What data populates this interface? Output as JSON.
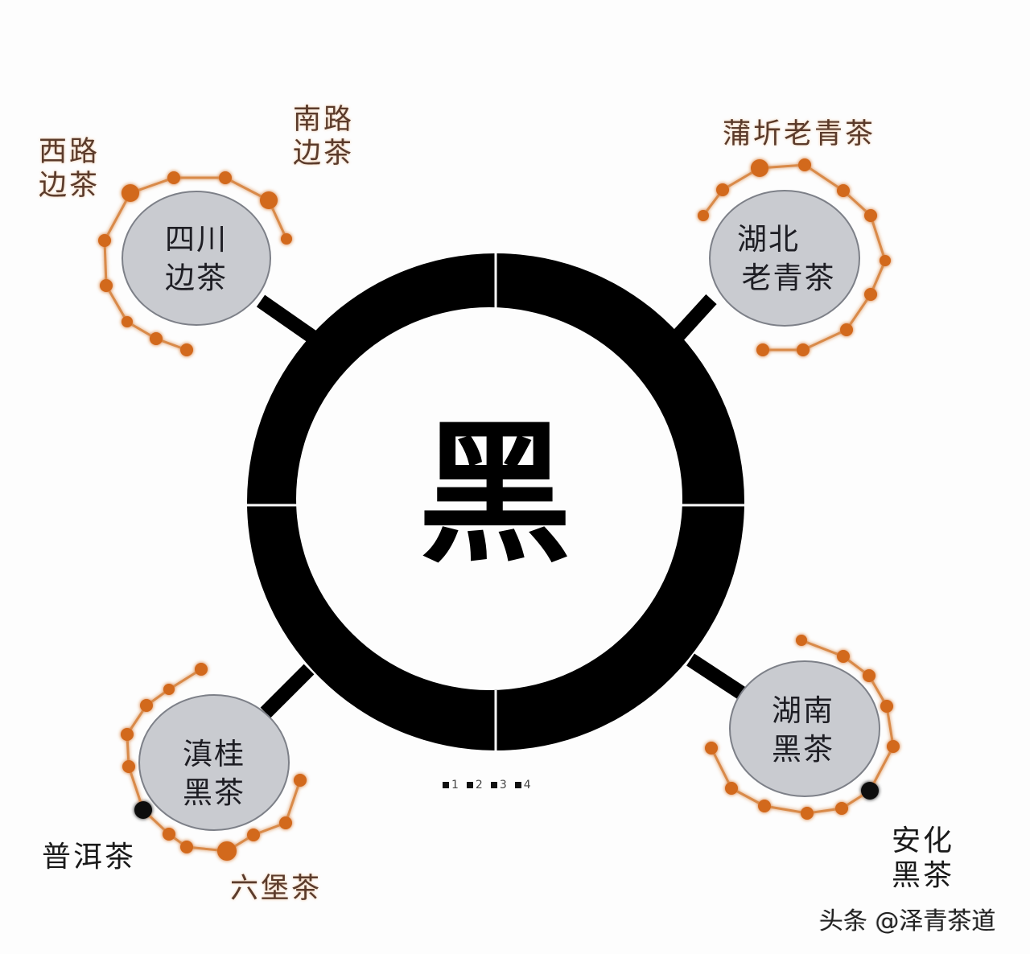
{
  "center": {
    "character": "黑",
    "ring_color": "#000000",
    "segments": 4
  },
  "nodes": [
    {
      "id": "sichuan",
      "line1": "四川",
      "line2": "边茶"
    },
    {
      "id": "hubei",
      "line1": "湖北",
      "line2": "老青茶"
    },
    {
      "id": "diangui",
      "line1": "滇桂",
      "line2": "黑茶"
    },
    {
      "id": "hunan",
      "line1": "湖南",
      "line2": "黑茶"
    }
  ],
  "sub_labels": {
    "xilu": {
      "line1": "西路",
      "line2": "边茶"
    },
    "nanlu": {
      "line1": "南路",
      "line2": "边茶"
    },
    "puqi": {
      "text": "蒲圻老青茶"
    },
    "puer": {
      "text": "普洱茶"
    },
    "liubao": {
      "text": "六堡茶"
    },
    "anhua": {
      "line1": "安化",
      "line2": "黑茶"
    }
  },
  "legend": [
    {
      "label": "1"
    },
    {
      "label": "2"
    },
    {
      "label": "3"
    },
    {
      "label": "4"
    }
  ],
  "watermark": "头条 @泽青茶道",
  "colors": {
    "bead": "#d2691e",
    "bead_line": "#d98a4a",
    "node_fill": "#c9cbd0",
    "node_stroke": "#7d8088",
    "highlight_bead": "#111111"
  }
}
